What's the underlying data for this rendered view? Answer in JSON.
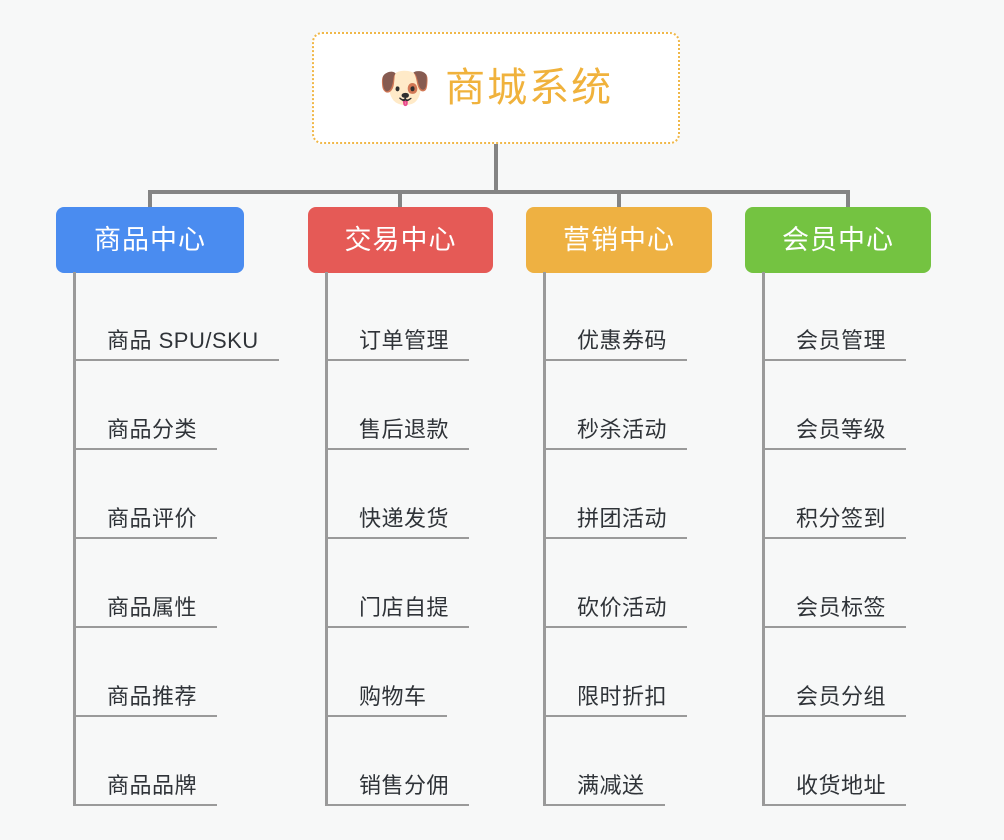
{
  "diagram": {
    "title": "商城系统",
    "background_color": "#f7f8f8",
    "root": {
      "icon": "shiba-dog-face-icon",
      "icon_glyph": "🐶",
      "label": "商城系统",
      "text_color": "#f0b23c",
      "border_color": "#f0b849",
      "fill_color": "#ffffff"
    },
    "connector_color": "#848484",
    "leaf_line_color": "#9a9a9a",
    "leaf_text_color": "#2f3338",
    "columns": [
      {
        "label": "商品中心",
        "color": "#4a8cf0",
        "items": [
          "商品 SPU/SKU",
          "商品分类",
          "商品评价",
          "商品属性",
          "商品推荐",
          "商品品牌"
        ]
      },
      {
        "label": "交易中心",
        "color": "#e55a56",
        "items": [
          "订单管理",
          "售后退款",
          "快递发货",
          "门店自提",
          "购物车",
          "销售分佣"
        ]
      },
      {
        "label": "营销中心",
        "color": "#eeb142",
        "items": [
          "优惠券码",
          "秒杀活动",
          "拼团活动",
          "砍价活动",
          "限时折扣",
          "满减送"
        ]
      },
      {
        "label": "会员中心",
        "color": "#74c341",
        "items": [
          "会员管理",
          "会员等级",
          "积分签到",
          "会员标签",
          "会员分组",
          "收货地址"
        ]
      }
    ]
  }
}
